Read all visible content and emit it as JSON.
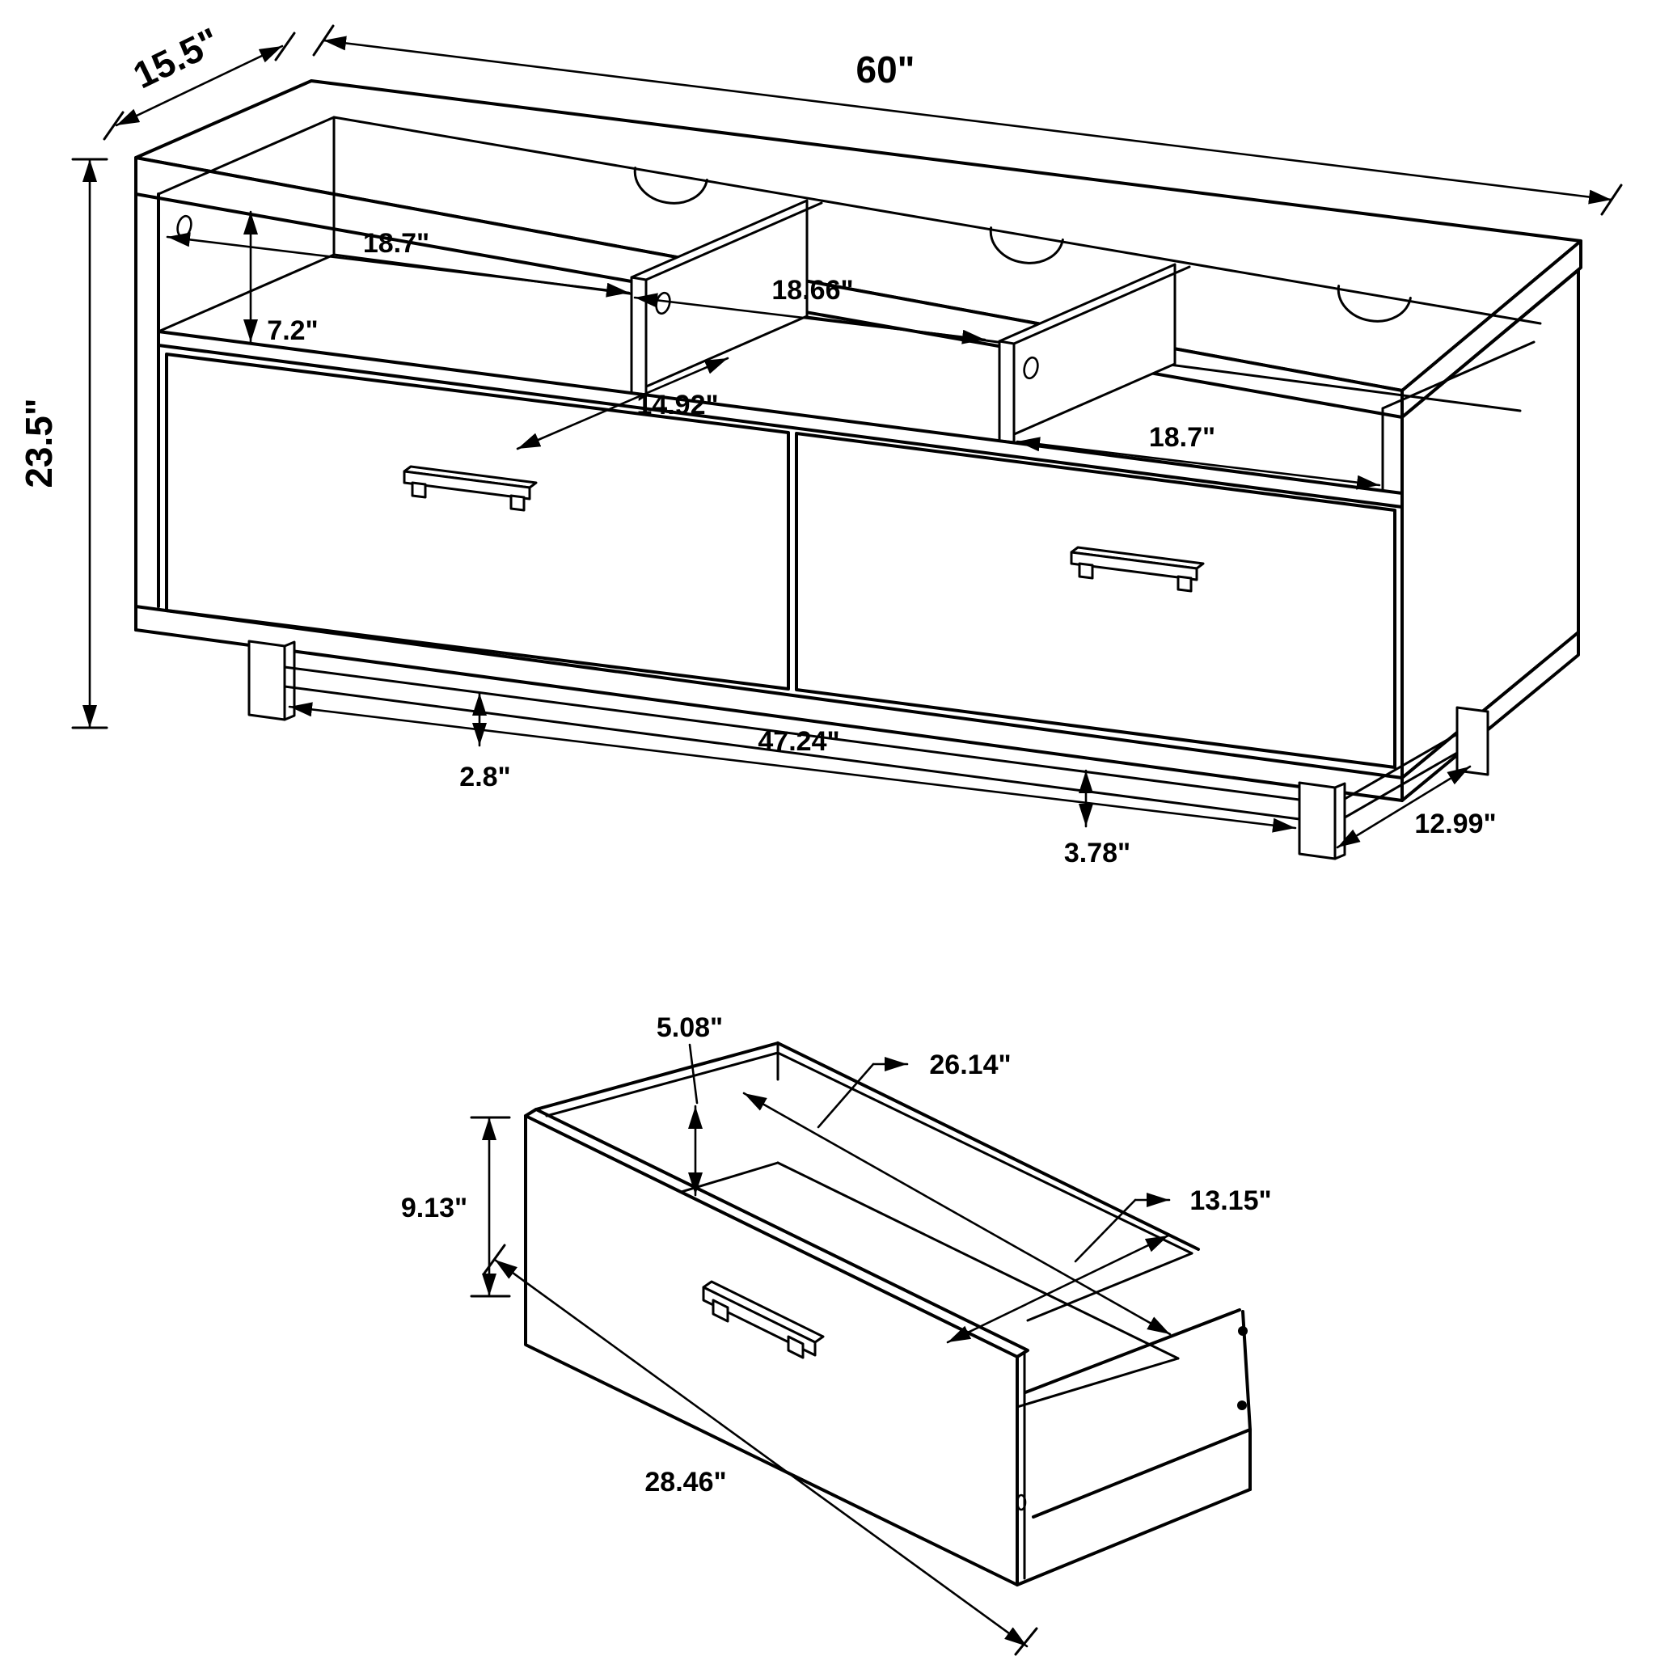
{
  "drawing": {
    "type": "furniture-dimension-diagram",
    "product": "TV stand / media console with three cubbies, two drawers and metal legs",
    "views": {
      "main": "isometric view of assembled TV stand",
      "detail": "isometric view of single drawer box"
    }
  },
  "dimensions": {
    "stand": {
      "width": "60\"",
      "depth": "15.5\"",
      "height": "23.5\"",
      "cubby1_width": "18.7\"",
      "cubby2_width": "18.66\"",
      "cubby3_width": "18.7\"",
      "cubby_height": "7.2\"",
      "cubby_depth": "14.92\"",
      "leg_height": "2.8\"",
      "base_rail_length": "47.24\"",
      "base_clearance": "3.78\"",
      "leg_spacing_depth": "12.99\""
    },
    "drawer": {
      "front_height": "9.13\"",
      "side_height": "5.08\"",
      "inner_width": "26.14\"",
      "inner_depth": "13.15\"",
      "front_width": "28.46\""
    }
  }
}
